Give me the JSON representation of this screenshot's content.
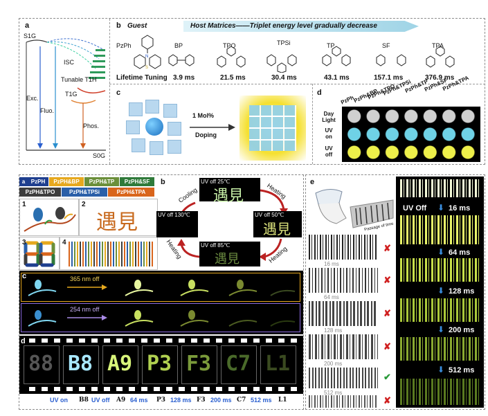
{
  "top": {
    "a": {
      "label": "a",
      "s1g": "S1G",
      "isc": "ISC",
      "tunable": "Tunable T1H",
      "t1g": "T1G",
      "exc": "Exc.",
      "fluo": "Fluo.",
      "phos": "Phos.",
      "s0g": "S0G"
    },
    "b": {
      "label": "b",
      "guest": "Guest",
      "arrow_text": "Host Matrices——Triplet energy level gradually decrease",
      "guest_name": "PzPh",
      "lifetime": "Lifetime Tuning",
      "hosts": [
        {
          "name": "BP",
          "value": "3.9 ms"
        },
        {
          "name": "TPO",
          "value": "21.5 ms"
        },
        {
          "name": "TPSi",
          "value": "30.4 ms"
        },
        {
          "name": "TP",
          "value": "43.1 ms"
        },
        {
          "name": "SF",
          "value": "157.1 ms"
        },
        {
          "name": "TPA",
          "value": "376.9 ms"
        }
      ]
    },
    "c": {
      "label": "c",
      "doping_1": "1 Mol%",
      "doping_2": "Doping"
    },
    "d": {
      "label": "d",
      "columns": [
        "PzPh",
        "PzPh&BP",
        "PzPh&TPO",
        "PzPh&TPSi",
        "PzPh&TP",
        "PzPh&SF",
        "PzPh&TPA"
      ],
      "rows": [
        "Day Light",
        "UV on",
        "UV off"
      ]
    }
  },
  "bottom_left": {
    "a": {
      "label": "a",
      "legend": [
        "PzPH",
        "PzPH&BP",
        "PzPH&TP",
        "PzPH&SF",
        "PzPH&TPO",
        "PzPH&TPSi",
        "PzPH&TPA"
      ],
      "legend_colors": [
        "#1f3f8f",
        "#e6a81e",
        "#6b8f3a",
        "#2f7a3a",
        "#3d3d3d",
        "#2a5fa8",
        "#d9651c"
      ],
      "items": [
        "1",
        "2",
        "3",
        "4"
      ],
      "chinese": "遇見"
    },
    "b": {
      "label": "b",
      "cooling": "Cooling",
      "heating": "Heating",
      "states": [
        {
          "text": "UV off 25℃"
        },
        {
          "text": "UV off 50℃"
        },
        {
          "text": "UV off 85℃"
        },
        {
          "text": "UV off 130℃"
        }
      ]
    },
    "c": {
      "label": "c",
      "row1": "365 nm off",
      "row2": "254 nm off"
    },
    "d": {
      "label": "d",
      "digits": [
        "88",
        "B8",
        "A9",
        "P3",
        "F3",
        "C7",
        "L1"
      ],
      "captions": [
        "UV on",
        "B8",
        "UV off",
        "A9",
        "64 ms",
        "P3",
        "128 ms",
        "F3",
        "200 ms",
        "C7",
        "512 ms",
        "L1"
      ]
    }
  },
  "bottom_right": {
    "e": {
      "label": "e",
      "passage": "Passage of time",
      "uv_off": "UV Off",
      "times": [
        "16 ms",
        "64 ms",
        "128 ms",
        "200 ms",
        "512 ms"
      ],
      "left_times": [
        "16 ms",
        "64 ms",
        "128 ms",
        "200 ms",
        "512 ms"
      ]
    }
  }
}
